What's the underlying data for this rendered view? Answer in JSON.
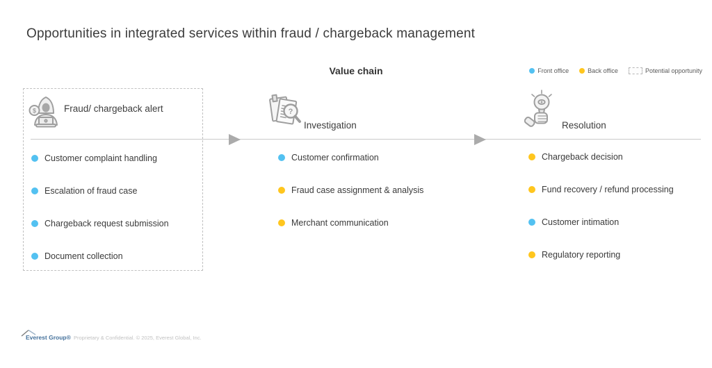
{
  "title": "Opportunities in integrated services within fraud / chargeback management",
  "section_title": "Value chain",
  "colors": {
    "front_office": "#53C1F1",
    "back_office": "#FFC61E",
    "line_gray": "#c9c9c9",
    "icon_gray": "#9e9e9e"
  },
  "legend": {
    "items": [
      {
        "label": "Front office",
        "type": "front"
      },
      {
        "label": "Back office",
        "type": "back"
      },
      {
        "label": "Potential opportunity",
        "type": "opportunity"
      }
    ]
  },
  "columns": [
    {
      "title": "Fraud/ chargeback alert",
      "icon": "fraud-alert-icon",
      "potential_opportunity": true,
      "items": [
        {
          "label": "Customer complaint handling",
          "type": "front"
        },
        {
          "label": "Escalation of fraud case",
          "type": "front"
        },
        {
          "label": "Chargeback request submission",
          "type": "front"
        },
        {
          "label": "Document collection",
          "type": "front"
        }
      ]
    },
    {
      "title": "Investigation",
      "icon": "investigation-icon",
      "potential_opportunity": false,
      "items": [
        {
          "label": "Customer confirmation",
          "type": "front"
        },
        {
          "label": "Fraud case assignment & analysis",
          "type": "back"
        },
        {
          "label": "Merchant communication",
          "type": "back"
        }
      ]
    },
    {
      "title": "Resolution",
      "icon": "resolution-icon",
      "potential_opportunity": false,
      "items": [
        {
          "label": "Chargeback decision",
          "type": "back"
        },
        {
          "label": "Fund recovery / refund processing",
          "type": "back"
        },
        {
          "label": "Customer intimation",
          "type": "front"
        },
        {
          "label": "Regulatory reporting",
          "type": "back"
        }
      ]
    }
  ],
  "footer": {
    "logo": "Everest Group®",
    "text": "Proprietary & Confidential. © 2025, Everest Global, Inc."
  }
}
